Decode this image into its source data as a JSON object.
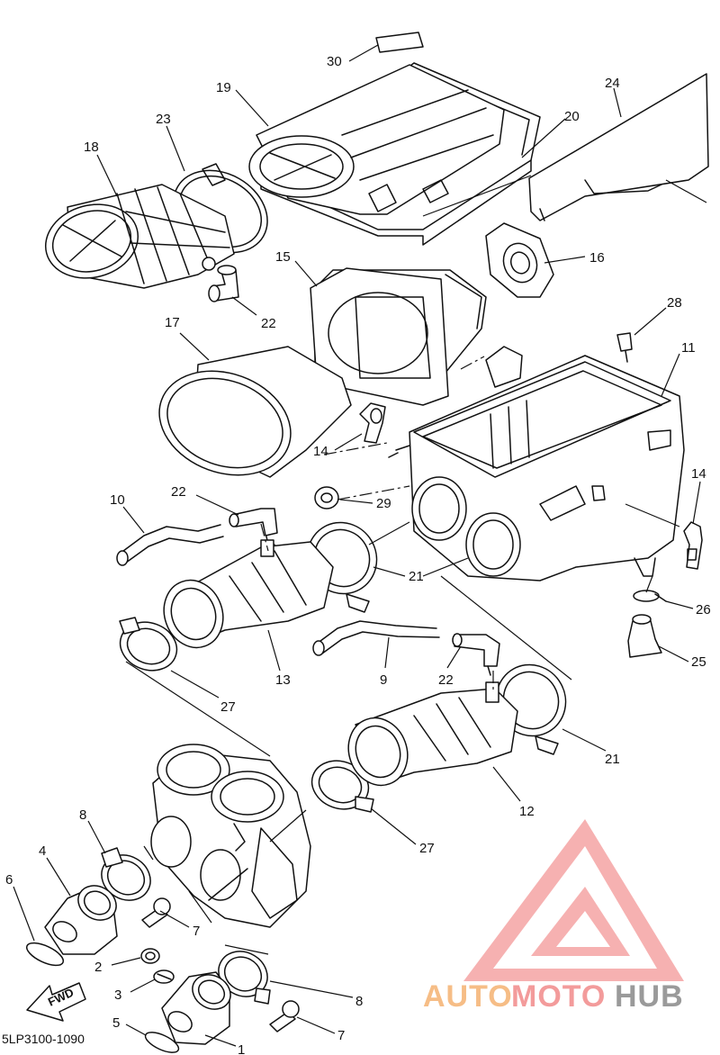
{
  "diagram": {
    "code": "5LP3100-1090",
    "fwd_label": "FWD",
    "watermark": {
      "auto": "AUTO",
      "moto": "MOTO",
      "hub": "HUB"
    },
    "callouts": {
      "c30": "30",
      "c19": "19",
      "c23": "23",
      "c18": "18",
      "c20": "20",
      "c24": "24",
      "c15": "15",
      "c16": "16",
      "c22a": "22",
      "c17": "17",
      "c28": "28",
      "c11": "11",
      "c14a": "14",
      "c14b": "14",
      "c10": "10",
      "c22b": "22",
      "c29": "29",
      "c21a": "21",
      "c26": "26",
      "c13": "13",
      "c9": "9",
      "c22c": "22",
      "c25": "25",
      "c27a": "27",
      "c21b": "21",
      "c12": "12",
      "c8a": "8",
      "c4": "4",
      "c6": "6",
      "c27b": "27",
      "c7a": "7",
      "c2": "2",
      "c3": "3",
      "c8b": "8",
      "c5": "5",
      "c7b": "7",
      "c1": "1"
    }
  }
}
